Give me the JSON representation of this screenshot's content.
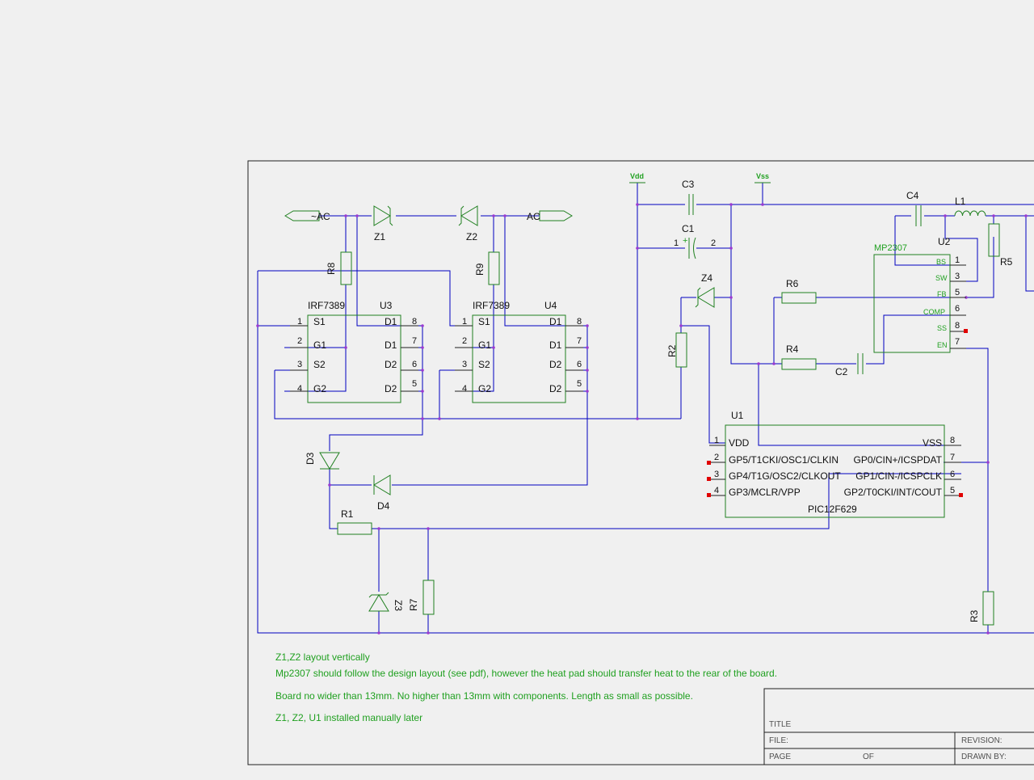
{
  "schematic": {
    "power_labels": {
      "vdd": "Vdd",
      "vss": "Vss"
    },
    "connectors": {
      "ac_left": "~AC",
      "ac_right": "AC"
    },
    "components": {
      "Z1": "Z1",
      "Z2": "Z2",
      "Z3": "Z3",
      "Z4": "Z4",
      "R1": "R1",
      "R2": "R2",
      "R3": "R3",
      "R4": "R4",
      "R5": "R5",
      "R6": "R6",
      "R7": "R7",
      "R8": "R8",
      "R9": "R9",
      "C1": "C1",
      "C2": "C2",
      "C3": "C3",
      "C4": "C4",
      "D3": "D3",
      "D4": "D4",
      "L1": "L1",
      "U1": "U1",
      "U2": "U2",
      "U3": "U3",
      "U4": "U4"
    },
    "c1_pins": {
      "p1": "1",
      "p2": "2",
      "plus": "+"
    },
    "u3": {
      "part": "IRF7389",
      "left_pins": [
        {
          "num": "1",
          "name": "S1"
        },
        {
          "num": "2",
          "name": "G1"
        },
        {
          "num": "3",
          "name": "S2"
        },
        {
          "num": "4",
          "name": "G2"
        }
      ],
      "right_pins": [
        {
          "num": "8",
          "name": "D1"
        },
        {
          "num": "7",
          "name": "D1"
        },
        {
          "num": "6",
          "name": "D2"
        },
        {
          "num": "5",
          "name": "D2"
        }
      ]
    },
    "u4": {
      "part": "IRF7389",
      "left_pins": [
        {
          "num": "1",
          "name": "S1"
        },
        {
          "num": "2",
          "name": "G1"
        },
        {
          "num": "3",
          "name": "S2"
        },
        {
          "num": "4",
          "name": "G2"
        }
      ],
      "right_pins": [
        {
          "num": "8",
          "name": "D1"
        },
        {
          "num": "7",
          "name": "D1"
        },
        {
          "num": "6",
          "name": "D2"
        },
        {
          "num": "5",
          "name": "D2"
        }
      ]
    },
    "u2": {
      "part": "MP2307",
      "pins": [
        {
          "num": "1",
          "name": "BS"
        },
        {
          "num": "3",
          "name": "SW"
        },
        {
          "num": "5",
          "name": "FB"
        },
        {
          "num": "6",
          "name": "COMP"
        },
        {
          "num": "8",
          "name": "SS"
        },
        {
          "num": "7",
          "name": "EN"
        }
      ]
    },
    "u1": {
      "part": "PIC12F629",
      "left_pins": [
        {
          "num": "1",
          "name": "VDD"
        },
        {
          "num": "2",
          "name": "GP5/T1CKI/OSC1/CLKIN"
        },
        {
          "num": "3",
          "name": "GP4/T1G/OSC2/CLKOUT"
        },
        {
          "num": "4",
          "name": "GP3/MCLR/VPP"
        }
      ],
      "right_pins": [
        {
          "num": "8",
          "name": "VSS"
        },
        {
          "num": "7",
          "name": "GP0/CIN+/ICSPDAT"
        },
        {
          "num": "6",
          "name": "GP1/CIN-/ICSPCLK"
        },
        {
          "num": "5",
          "name": "GP2/T0CKI/INT/COUT"
        }
      ]
    }
  },
  "notes": [
    "Z1,Z2 layout vertically",
    "Mp2307 should follow the design layout (see pdf), however the heat pad should transfer heat to the rear of the board.",
    "Board no wider than 13mm. No higher than 13mm with components. Length as small as possible.",
    "Z1, Z2, U1 installed manually later"
  ],
  "title_block": {
    "title": "TITLE",
    "file": "FILE:",
    "page": "PAGE",
    "of": "OF",
    "revision": "REVISION:",
    "drawn_by": "DRAWN BY:"
  },
  "colors": {
    "background": "#f0f0f0",
    "wire": "#0000c0",
    "component": "#208020",
    "junction": "#9a3ad0",
    "unconnected_pin": "#e00000"
  }
}
